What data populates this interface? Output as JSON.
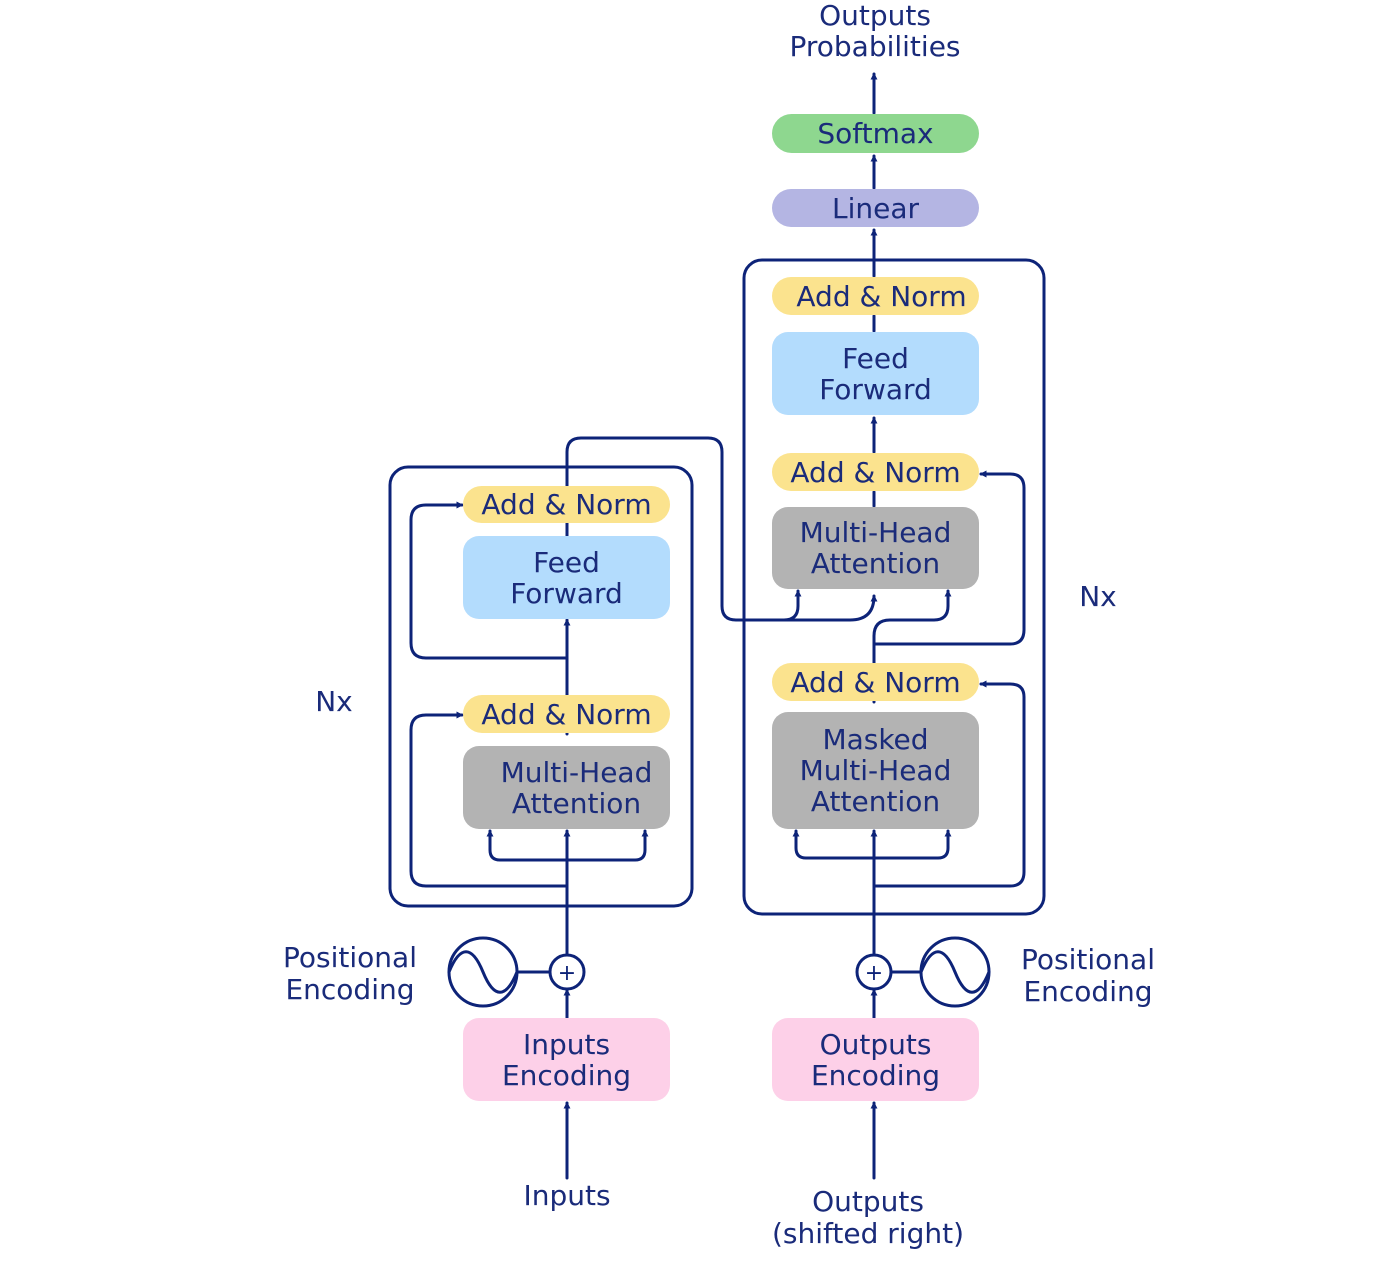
{
  "encoder": {
    "add_norm_top": "Add & Norm",
    "feed_forward": [
      "Feed",
      "Forward"
    ],
    "add_norm_bottom": "Add & Norm",
    "attention": [
      "Multi-Head",
      "Attention"
    ],
    "nx": "Nx",
    "positional_encoding": [
      "Positional",
      "Encoding"
    ],
    "input_embedding": [
      "Inputs",
      "Encoding"
    ],
    "input_label": "Inputs"
  },
  "decoder": {
    "add_norm_top": "Add & Norm",
    "feed_forward": [
      "Feed",
      "Forward"
    ],
    "add_norm_mid": "Add & Norm",
    "cross_attention": [
      "Multi-Head",
      "Attention"
    ],
    "add_norm_bottom": "Add & Norm",
    "masked_attention": [
      "Masked",
      "Multi-Head",
      "Attention"
    ],
    "nx": "Nx",
    "positional_encoding": [
      "Positional",
      "Encoding"
    ],
    "output_embedding": [
      "Outputs",
      "Encoding"
    ],
    "output_label": [
      "Outputs",
      "(shifted right)"
    ]
  },
  "head": {
    "linear": "Linear",
    "softmax": "Softmax",
    "output_label": [
      "Outputs",
      "Probabilities"
    ]
  },
  "adder_symbol": "+",
  "colors": {
    "stroke": "#0d2378",
    "text": "#1a2b7a",
    "add_norm": "#fbe38e",
    "feed_forward": "#b3dcfd",
    "attention": "#b3b3b3",
    "embedding": "#fdd0e8",
    "softmax": "#8ed78f",
    "linear": "#b4b5e3"
  }
}
